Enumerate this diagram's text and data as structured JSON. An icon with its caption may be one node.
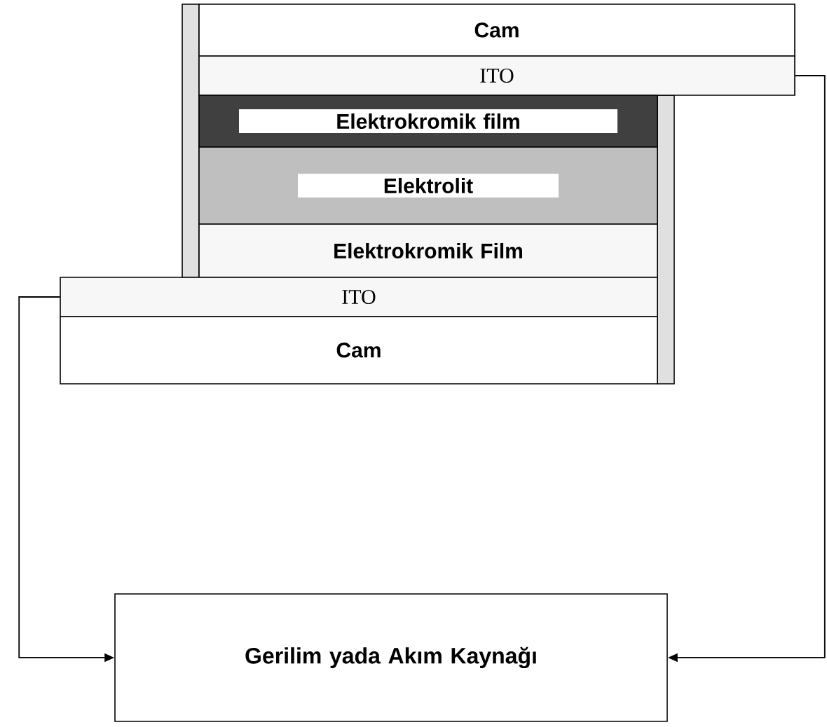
{
  "diagram": {
    "nodes": [
      {
        "text": [
          "Cam"
        ]
      },
      {
        "text": [
          "ITO"
        ]
      },
      {
        "text": [
          "Elektrokromik film"
        ]
      },
      {
        "text": [
          "Elektrolit"
        ]
      },
      {
        "text": [
          "Elektrokromik Film"
        ]
      },
      {
        "text": [
          "ITO"
        ]
      },
      {
        "text": [
          "Cam"
        ]
      },
      {
        "text": [
          "Gerilim yada Akım Kaynağı"
        ]
      }
    ],
    "edges": [
      {
        "from": 5,
        "to": 7,
        "arrow": "to"
      },
      {
        "from": 1,
        "to": 7,
        "arrow": "to"
      }
    ]
  }
}
